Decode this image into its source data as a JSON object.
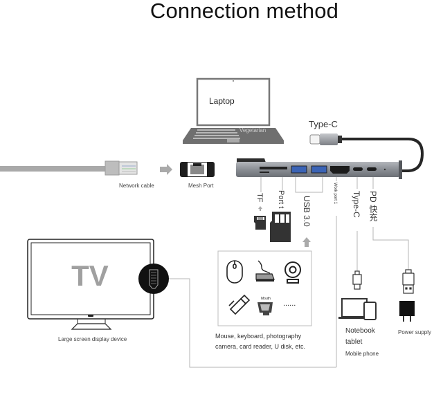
{
  "title": "Connection method",
  "laptop": {
    "screen_label": "Laptop",
    "watermark": "Vegetarian"
  },
  "network": {
    "cable_label": "Network cable",
    "port_label": "Mesh Port"
  },
  "hub": {
    "input_label": "Type-C",
    "ports": [
      {
        "id": "tf",
        "label": "TF"
      },
      {
        "id": "sd",
        "label": "Port t"
      },
      {
        "id": "usb",
        "label": "USB 3.0"
      },
      {
        "id": "hdmi",
        "label": "Work port 1"
      },
      {
        "id": "typec",
        "label": "Type-C"
      },
      {
        "id": "pd",
        "label": "PD 快充"
      }
    ]
  },
  "tv": {
    "screen_text": "TV",
    "caption": "Large screen display device"
  },
  "peripherals": {
    "icons": [
      "mouse-icon",
      "keyboard-icon",
      "webcam-icon",
      "usb-drive-icon",
      "card-reader-icon",
      "more-icon"
    ],
    "card_reader_tag": "Mouth",
    "more_text": "......",
    "caption_line1": "Mouse, keyboard, photography",
    "caption_line2": "camera, card reader, U disk, etc."
  },
  "devices": {
    "notebook_line1": "Notebook",
    "notebook_line2": "tablet",
    "notebook_line3": "Mobile phone",
    "power_label": "Power supply"
  },
  "colors": {
    "hub_body": "#8e9298",
    "usb_blue": "#3a63b5",
    "line_gray": "#b5b5b5",
    "icon_dark": "#333333",
    "tv_text": "#a0a0a0"
  }
}
